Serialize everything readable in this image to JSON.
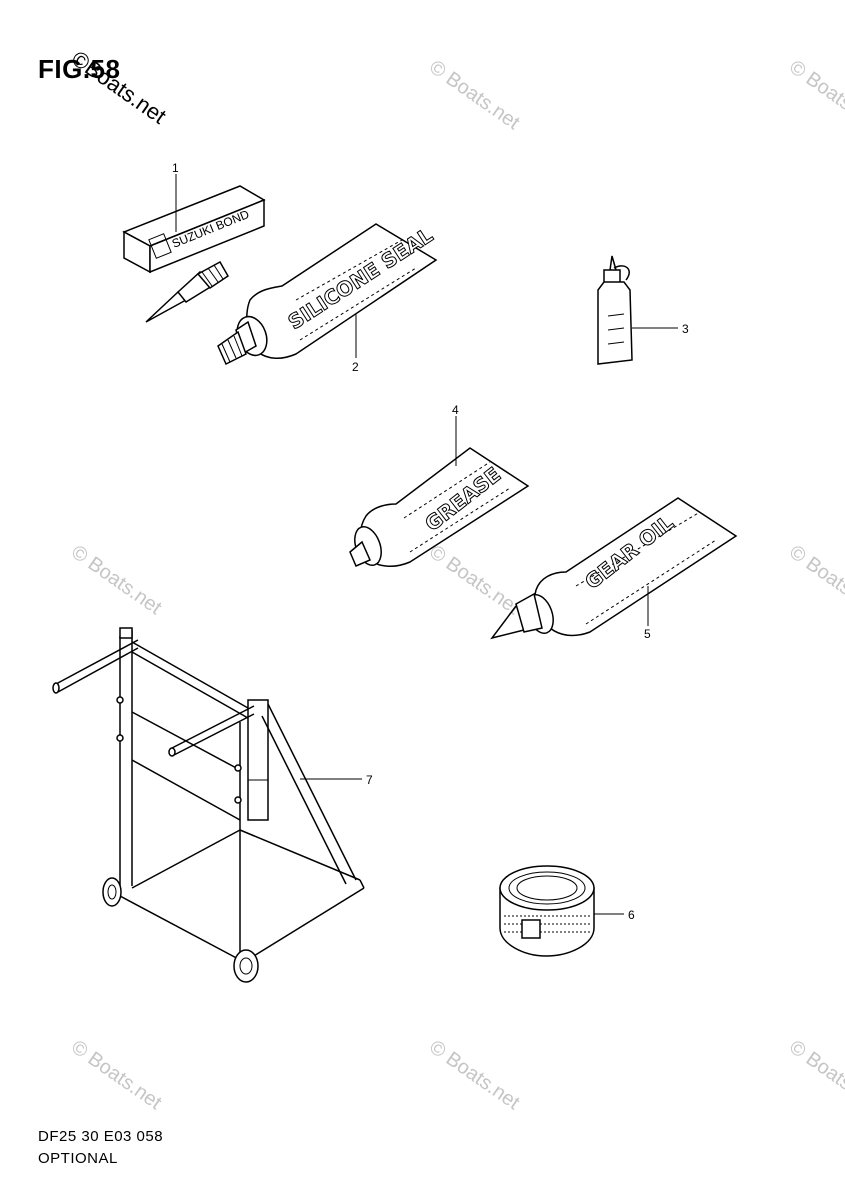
{
  "figure": {
    "title": "FIG.58",
    "code": "DF25 30 E03 058",
    "label": "OPTIONAL"
  },
  "watermark": "© Boats.net",
  "watermark_dark": "©Boats.net",
  "parts": [
    {
      "number": "1",
      "name": "bond-tube-with-box",
      "box_text": "SUZUKI BOND"
    },
    {
      "number": "2",
      "name": "silicone-seal-tube",
      "tube_text": "SILICONE SEAL"
    },
    {
      "number": "3",
      "name": "oil-bottle"
    },
    {
      "number": "4",
      "name": "grease-tube",
      "tube_text": "GREASE"
    },
    {
      "number": "5",
      "name": "gear-oil-tube",
      "tube_text": "GEAR OIL"
    },
    {
      "number": "6",
      "name": "grease-can"
    },
    {
      "number": "7",
      "name": "motor-stand"
    }
  ]
}
